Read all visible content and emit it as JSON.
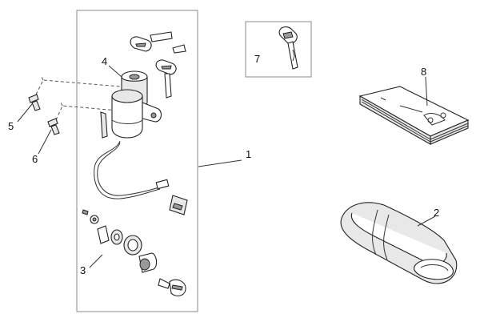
{
  "callouts": {
    "p1": "1",
    "p2": "2",
    "p3": "3",
    "p4": "4",
    "p5": "5",
    "p6": "6",
    "p7": "7",
    "p8": "8"
  },
  "icons": [
    "ignition-switch-icon",
    "key-icon",
    "screw-icon",
    "manual-book-icon",
    "tool-pouch-icon",
    "lock-cylinder-icon",
    "connector-icon"
  ]
}
